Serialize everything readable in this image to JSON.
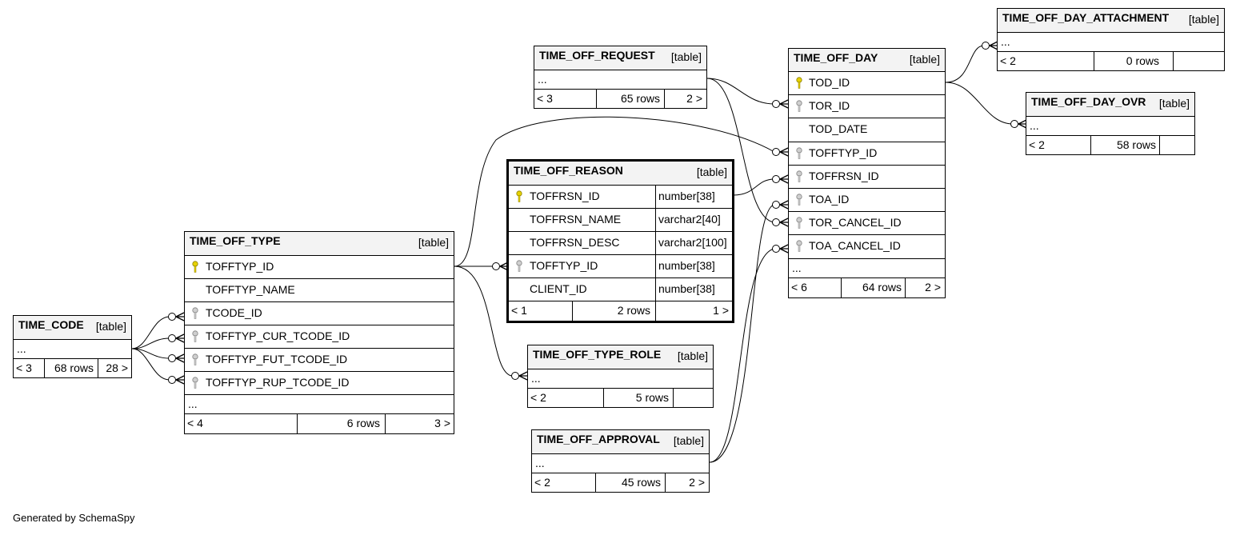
{
  "colors": {
    "primary_key": "#e6d200",
    "foreign_key": "#a0a0a0",
    "header_bg": "#f3f3f3"
  },
  "footer": "Generated by SchemaSpy",
  "tables": {
    "time_code": {
      "name": "TIME_CODE",
      "tag": "[table]",
      "more": "...",
      "prev": "< 3",
      "rows": "68 rows",
      "next": "28 >"
    },
    "time_off_type": {
      "name": "TIME_OFF_TYPE",
      "tag": "[table]",
      "columns": [
        {
          "name": "TOFFTYP_ID",
          "key": "primary-key"
        },
        {
          "name": "TOFFTYP_NAME",
          "key": ""
        },
        {
          "name": "TCODE_ID",
          "key": "foreign-key"
        },
        {
          "name": "TOFFTYP_CUR_TCODE_ID",
          "key": "foreign-key"
        },
        {
          "name": "TOFFTYP_FUT_TCODE_ID",
          "key": "foreign-key"
        },
        {
          "name": "TOFFTYP_RUP_TCODE_ID",
          "key": "foreign-key"
        }
      ],
      "more": "...",
      "prev": "< 4",
      "rows": "6 rows",
      "next": "3 >"
    },
    "time_off_request": {
      "name": "TIME_OFF_REQUEST",
      "tag": "[table]",
      "more": "...",
      "prev": "< 3",
      "rows": "65 rows",
      "next": "2 >"
    },
    "time_off_reason": {
      "name": "TIME_OFF_REASON",
      "tag": "[table]",
      "columns": [
        {
          "name": "TOFFRSN_ID",
          "type": "number[38]",
          "key": "primary-key"
        },
        {
          "name": "TOFFRSN_NAME",
          "type": "varchar2[40]",
          "key": ""
        },
        {
          "name": "TOFFRSN_DESC",
          "type": "varchar2[100]",
          "key": ""
        },
        {
          "name": "TOFFTYP_ID",
          "type": "number[38]",
          "key": "foreign-key"
        },
        {
          "name": "CLIENT_ID",
          "type": "number[38]",
          "key": ""
        }
      ],
      "prev": "< 1",
      "rows": "2 rows",
      "next": "1 >"
    },
    "time_off_type_role": {
      "name": "TIME_OFF_TYPE_ROLE",
      "tag": "[table]",
      "more": "...",
      "prev": "< 2",
      "rows": "5 rows",
      "next": ""
    },
    "time_off_approval": {
      "name": "TIME_OFF_APPROVAL",
      "tag": "[table]",
      "more": "...",
      "prev": "< 2",
      "rows": "45 rows",
      "next": "2 >"
    },
    "time_off_day": {
      "name": "TIME_OFF_DAY",
      "tag": "[table]",
      "columns": [
        {
          "name": "TOD_ID",
          "key": "primary-key"
        },
        {
          "name": "TOR_ID",
          "key": "foreign-key"
        },
        {
          "name": "TOD_DATE",
          "key": ""
        },
        {
          "name": "TOFFTYP_ID",
          "key": "foreign-key"
        },
        {
          "name": "TOFFRSN_ID",
          "key": "foreign-key"
        },
        {
          "name": "TOA_ID",
          "key": "foreign-key"
        },
        {
          "name": "TOR_CANCEL_ID",
          "key": "foreign-key"
        },
        {
          "name": "TOA_CANCEL_ID",
          "key": "foreign-key"
        }
      ],
      "more": "...",
      "prev": "< 6",
      "rows": "64 rows",
      "next": "2 >"
    },
    "time_off_day_attachment": {
      "name": "TIME_OFF_DAY_ATTACHMENT",
      "tag": "[table]",
      "more": "...",
      "prev": "< 2",
      "rows": "0 rows",
      "next": ""
    },
    "time_off_day_ovr": {
      "name": "TIME_OFF_DAY_OVR",
      "tag": "[table]",
      "more": "...",
      "prev": "< 2",
      "rows": "58 rows",
      "next": ""
    }
  }
}
